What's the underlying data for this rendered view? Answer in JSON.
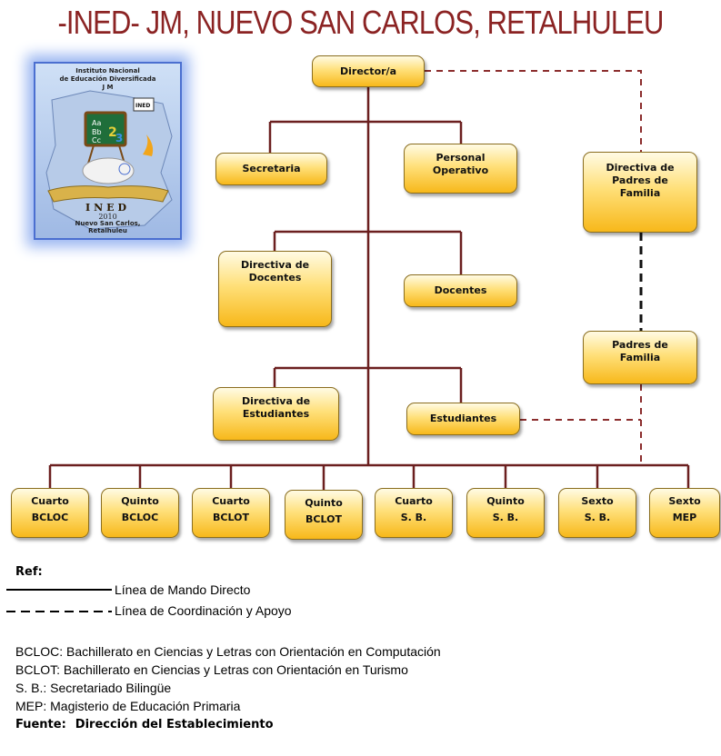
{
  "title": "-INED- JM, NUEVO SAN CARLOS, RETALHULEU",
  "logo": {
    "institution_line1": "Instituto Nacional",
    "institution_line2": "de Educación Diversificada",
    "institution_line3": "J M",
    "badge": "INED",
    "banner": "INED",
    "year": "2010",
    "place_line1": "Nuevo San Carlos,",
    "place_line2": "Retalhuleu"
  },
  "org": {
    "director": "Director/a",
    "secretaria": "Secretaria",
    "personal_line1": "Personal",
    "personal_line2": "Operativo",
    "directiva_padres_line1": "Directiva de",
    "directiva_padres_line2": "Padres de",
    "directiva_padres_line3": "Familia",
    "directiva_docentes_line1": "Directiva de",
    "directiva_docentes_line2": "Docentes",
    "docentes": "Docentes",
    "padres_line1": "Padres de",
    "padres_line2": "Familia",
    "directiva_estudiantes_line1": "Directiva de",
    "directiva_estudiantes_line2": "Estudiantes",
    "estudiantes": "Estudiantes"
  },
  "grades": [
    {
      "line1": "Cuarto",
      "line2": "BCLOC"
    },
    {
      "line1": "Quinto",
      "line2": "BCLOC"
    },
    {
      "line1": "Cuarto",
      "line2": "BCLOT"
    },
    {
      "line1": "Quinto",
      "line2": "BCLOT"
    },
    {
      "line1": "Cuarto",
      "line2": "S. B."
    },
    {
      "line1": "Quinto",
      "line2": "S. B."
    },
    {
      "line1": "Sexto",
      "line2": "S. B."
    },
    {
      "line1": "Sexto",
      "line2": "MEP"
    }
  ],
  "reference": {
    "title": "Ref:",
    "solid_label": "Línea de Mando Directo",
    "dashed_label": "Línea de Coordinación y Apoyo"
  },
  "abbreviations": [
    "BCLOC: Bachillerato en Ciencias y Letras con Orientación en Computación",
    "BCLOT: Bachillerato en Ciencias y Letras con Orientación en Turismo",
    "S. B.: Secretariado Bilingüe",
    "MEP: Magisterio de Educación Primaria"
  ],
  "source": {
    "label": "Fuente:",
    "value": "Dirección del Establecimiento"
  },
  "colors": {
    "title": "#8b2323",
    "line": "#6b1f1f",
    "box_top": "#fffbe4",
    "box_bottom": "#f7b81a"
  }
}
